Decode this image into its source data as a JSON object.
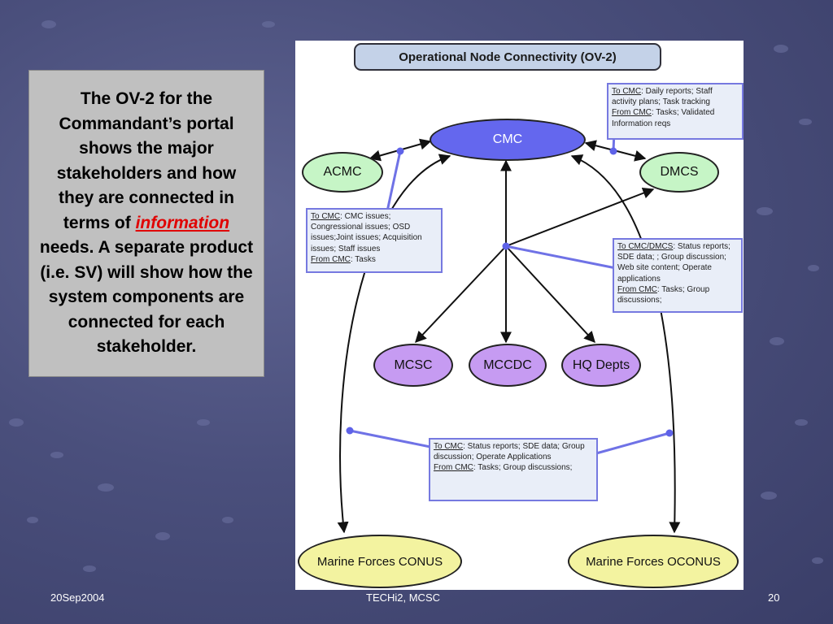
{
  "slide_text": {
    "before": "The OV-2 for the Commandant’s portal shows the major stakeholders and how they are connected in terms of ",
    "emphasis": "information",
    "after": " needs. A separate product (i.e. SV) will show how the system components are connected for each stakeholder."
  },
  "diagram": {
    "title": "Operational Node Connectivity (OV-2)",
    "nodes": {
      "cmc": "CMC",
      "acmc": "ACMC",
      "dmcs": "DMCS",
      "mcsc": "MCSC",
      "mccdc": "MCCDC",
      "hq": "HQ Depts",
      "conus": "Marine Forces CONUS",
      "oconus": "Marine Forces OCONUS"
    },
    "notes": {
      "dmcs": {
        "to_label": "To CMC",
        "to_text": ": Daily reports; Staff activity plans; Task tracking",
        "from_label": "From CMC",
        "from_text": ": Tasks; Validated Information reqs"
      },
      "acmc": {
        "to_label": "To CMC",
        "to_text": ":  CMC issues; Congressional issues; OSD issues;Joint issues; Acquisition issues; Staff issues",
        "from_label": "From CMC",
        "from_text": ": Tasks"
      },
      "commands": {
        "to_label": "To CMC/DMCS",
        "to_text": ": Status reports; SDE data; ; Group discussion; Web site content; Operate applications",
        "from_label": "From CMC",
        "from_text": ": Tasks; Group discussions;"
      },
      "forces": {
        "to_label": "To CMC",
        "to_text": ": Status reports; SDE data; Group discussion; Operate Applications",
        "from_label": "From CMC",
        "from_text": ": Tasks; Group discussions;"
      }
    }
  },
  "footer": {
    "date": "20Sep2004",
    "center": "TECHi2,  MCSC",
    "page": "20"
  }
}
